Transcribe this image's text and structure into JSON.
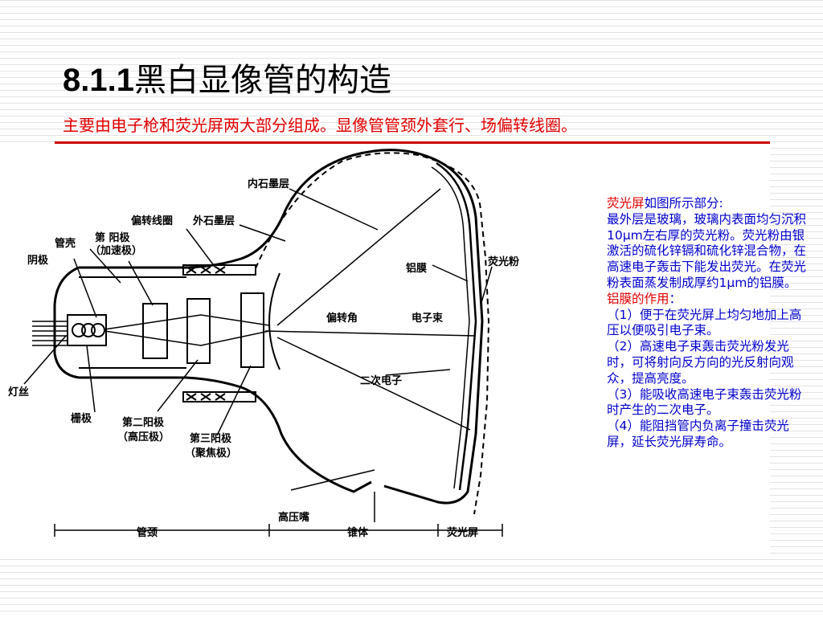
{
  "title": {
    "number": "8.1.1",
    "text": "黑白显像管的构造"
  },
  "subtitle": "主要由电子枪和荧光屏两大部分组成。显像管管颈外套行、场偏转线圈。",
  "diagram": {
    "labels": {
      "inner_graphite": "内石墨层",
      "deflection_coil": "偏转线圈",
      "outer_graphite": "外石墨层",
      "neck_shell": "管壳",
      "first_anode_line1": "第  阳极",
      "first_anode_line2": "（加速极）",
      "cathode": "阴极",
      "aluminum_film": "铝膜",
      "phosphor_label": "荧光粉",
      "deflection_angle": "偏转角",
      "electron_beam": "电子束",
      "secondary_electrons": "二次电子",
      "filament": "灯丝",
      "grid": "栅极",
      "second_anode_line1": "第二阳极",
      "second_anode_line2": "（高压极）",
      "third_anode_line1": "第三阳极",
      "third_anode_line2": "（聚焦极）",
      "hv_nozzle": "高压嘴",
      "neck": "管颈",
      "cone": "锥体",
      "screen": "荧光屏"
    }
  },
  "description": {
    "phosphor_screen": {
      "term": "荧光屏",
      "intro": "如图所示部分:",
      "body": "最外层是玻璃，玻璃内表面均匀沉积10μm左右厚的荧光粉。荧光粉由银激活的硫化锌镉和硫化锌混合物，在高速电子轰击下能发出荧光。在荧光粉表面蒸发制成厚约1μm的铝膜。"
    },
    "aluminum_film": {
      "term": "铝膜的作用",
      "colon": "：",
      "points": [
        "（1）便于在荧光屏上均匀地加上高压以便吸引电子束。",
        "（2）高速电子束轰击荧光粉发光时，可将射向反方向的光反射向观众，提高亮度。",
        "（3）能吸收高速电子束轰击荧光粉时产生的二次电子。",
        "（4）能阻挡管内负离子撞击荧光屏，延长荧光屏寿命。"
      ]
    }
  },
  "colors": {
    "accent": "#e00000",
    "body_text": "#0000cc",
    "title": "#000000"
  }
}
